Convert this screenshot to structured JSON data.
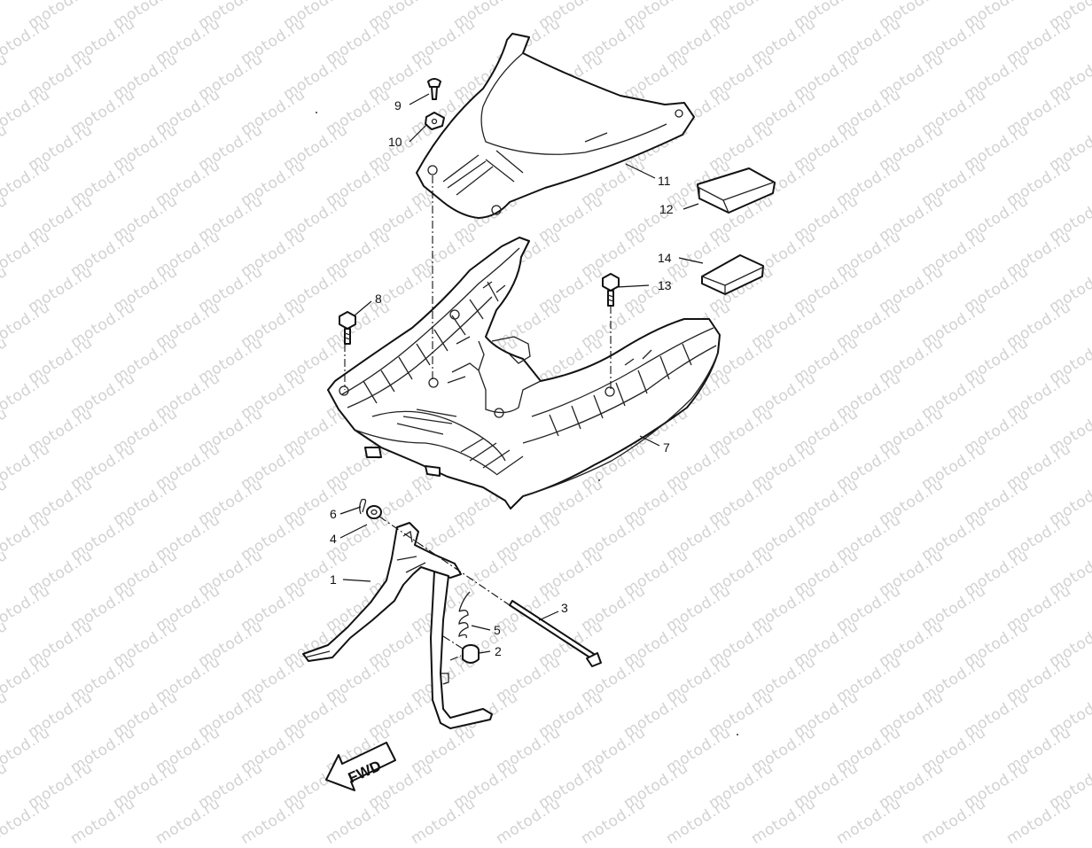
{
  "watermark": {
    "text": "motod.ru"
  },
  "callouts": {
    "c1": "1",
    "c2": "2",
    "c3": "3",
    "c4": "4",
    "c5": "5",
    "c6": "6",
    "c7": "7",
    "c8": "8",
    "c9": "9",
    "c10": "10",
    "c11": "11",
    "c12": "12",
    "c13": "13",
    "c14": "14"
  },
  "fwd_label": "FWD"
}
